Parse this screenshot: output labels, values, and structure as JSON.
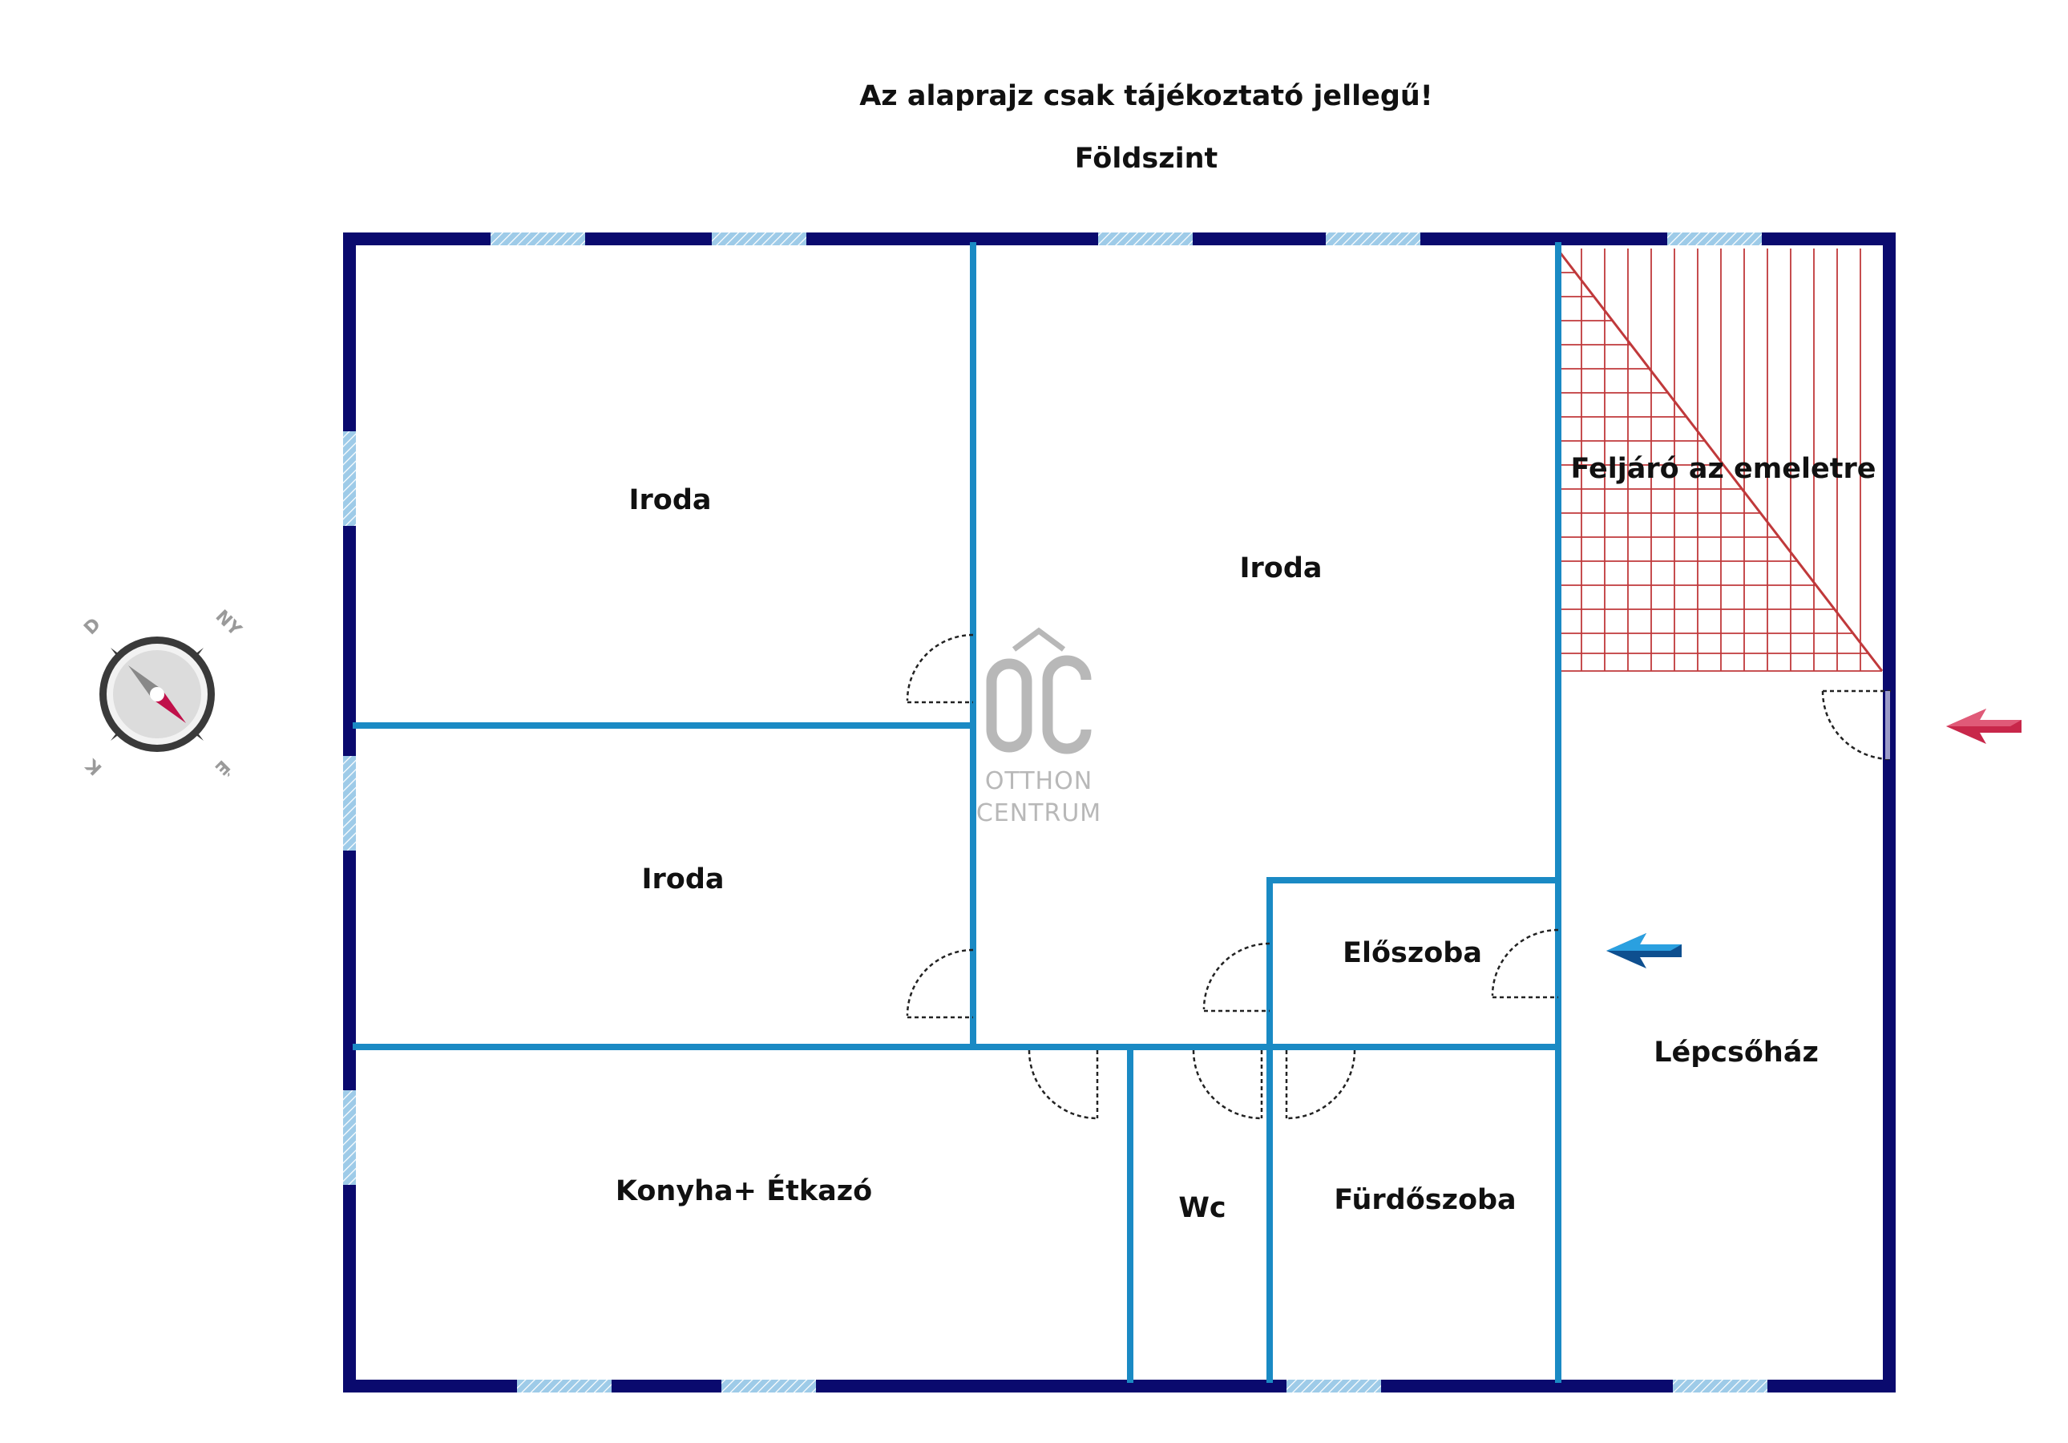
{
  "header": {
    "disclaimer": "Az alaprajz csak tájékoztató jellegű!",
    "floor": "Földszint"
  },
  "rooms": {
    "office_top_left": "Iroda",
    "office_mid_left": "Iroda",
    "office_center": "Iroda",
    "stairs_up": "Feljáró az emeletre",
    "hall": "Előszoba",
    "stairwell": "Lépcsőház",
    "kitchen": "Konyha+ Étkazó",
    "wc": "Wc",
    "bathroom": "Fürdőszoba"
  },
  "logo": {
    "line1": "OTTHON",
    "line2": "CENTRUM"
  },
  "compass": {
    "north": "NY",
    "east": "É",
    "south": "K",
    "west": "D"
  },
  "colors": {
    "outer_wall": "#0a0a6e",
    "inner_wall": "#1a8ac4",
    "window": "#9ecbe8",
    "stairs": "#c0393b",
    "entrance_arrow_red": "#c8274a",
    "entrance_arrow_blue": "#1a6fb5",
    "compass_needle": "#c0104a",
    "logo": "#b8b8b8"
  }
}
